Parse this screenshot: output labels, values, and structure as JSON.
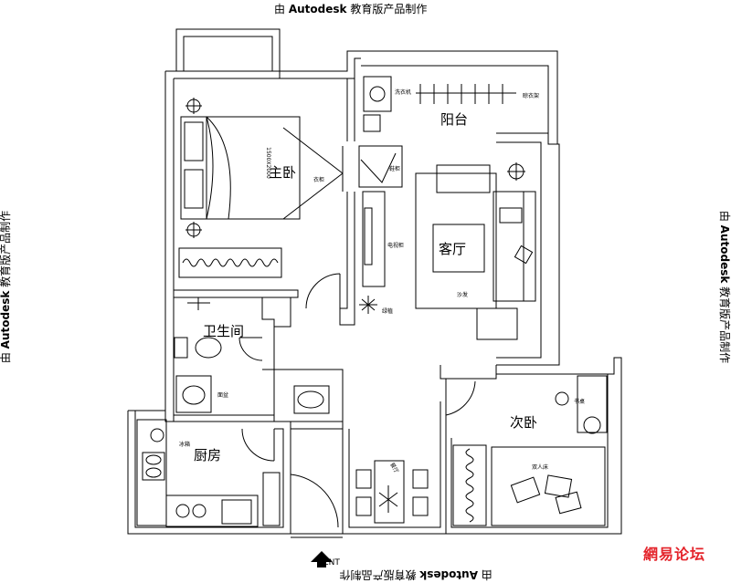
{
  "watermark": {
    "prefix": "由 ",
    "brand": "Autodesk",
    "suffix": " 教育版产品制作"
  },
  "rooms": {
    "master_bedroom": "主卧",
    "balcony": "阳台",
    "living_room": "客厅",
    "bathroom": "卫生间",
    "second_bedroom": "次卧",
    "kitchen": "厨房"
  },
  "entrance": "ENT",
  "logo": {
    "part1": "網易",
    "part2": "论坛",
    "color": "#e4242b"
  },
  "small_labels": {
    "bed_size": "1500X2000",
    "wardrobe": "衣柜",
    "tv_cabinet": "电视柜",
    "sofa": "沙发",
    "washing_machine": "洗衣机",
    "clothes_rack": "晾衣架",
    "plant": "绿植",
    "shoe_cabinet": "鞋柜",
    "basin": "面盆",
    "fridge": "冰箱",
    "bed": "双人床",
    "desk": "书桌",
    "dining": "餐厅"
  }
}
